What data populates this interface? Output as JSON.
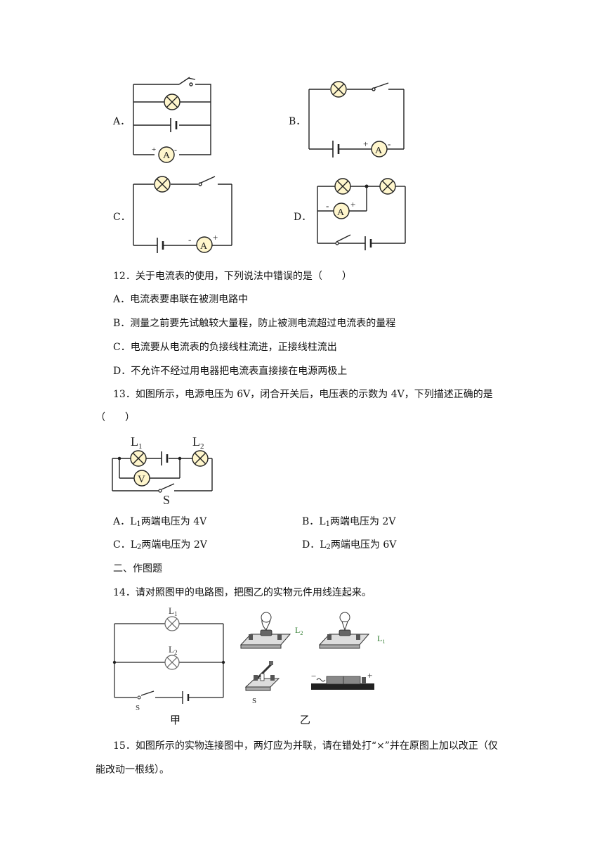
{
  "q11": {
    "options": {
      "A": "A．",
      "B": "B．",
      "C": "C．",
      "D": "D．"
    },
    "meter_label": "A",
    "plus": "+",
    "minus": "-"
  },
  "q12": {
    "stem": "12．关于电流表的使用，下列说法中错误的是（　　）",
    "options": [
      "A．电流表要串联在被测电路中",
      "B．测量之前要先试触较大量程，防止被测电流超过电流表的量程",
      "C．电流要从电流表的负接线柱流进，正接线柱流出",
      "D．不允许不经过用电器把电流表直接接在电源两极上"
    ]
  },
  "q13": {
    "stem": "13．如图所示，电源电压为 6V，闭合开关后，电压表的示数为 4V，下列描述正确的是",
    "stem_paren": "（　　）",
    "fig": {
      "L1": "L",
      "L1_sub": "1",
      "L2": "L",
      "L2_sub": "2",
      "V": "V",
      "S": "S"
    },
    "options": [
      {
        "prefix": "A．L",
        "sub": "1",
        "rest": "两端电压为 4V"
      },
      {
        "prefix": "B．L",
        "sub": "1",
        "rest": "两端电压为 2V"
      },
      {
        "prefix": "C．L",
        "sub": "2",
        "rest": "两端电压为 2V"
      },
      {
        "prefix": "D．L",
        "sub": "2",
        "rest": "两端电压为 6V"
      }
    ]
  },
  "section2": "二、作图题",
  "q14": {
    "stem": "14．请对照图甲的电路图，把图乙的实物元件用线连起来。",
    "fig_jia": {
      "L1": "L",
      "L1_sub": "1",
      "L2": "L",
      "L2_sub": "2",
      "S": "S",
      "caption": "甲"
    },
    "fig_yi": {
      "L2": "L",
      "L2_sub": "2",
      "L1": "L",
      "L1_sub": "1",
      "S": "S",
      "minus": "−",
      "plus": "+",
      "caption": "乙"
    }
  },
  "q15": {
    "line1": "15．如图所示的实物连接图中，两灯应为并联，请在错处打“×”并在原图上加以改正（仅",
    "line2": "能改动一根线）。"
  }
}
